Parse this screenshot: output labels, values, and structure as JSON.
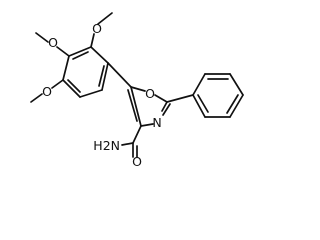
{
  "molecule": {
    "atom_labels": {
      "o_methoxy_top": "O",
      "o_methoxy_mid": "O",
      "o_methoxy_low": "O",
      "o_ring": "O",
      "n_ring": "N",
      "o_amide": "O",
      "nh2_amide": "H2N"
    }
  },
  "colors": {
    "bond": "#111111",
    "background": "#ffffff"
  }
}
